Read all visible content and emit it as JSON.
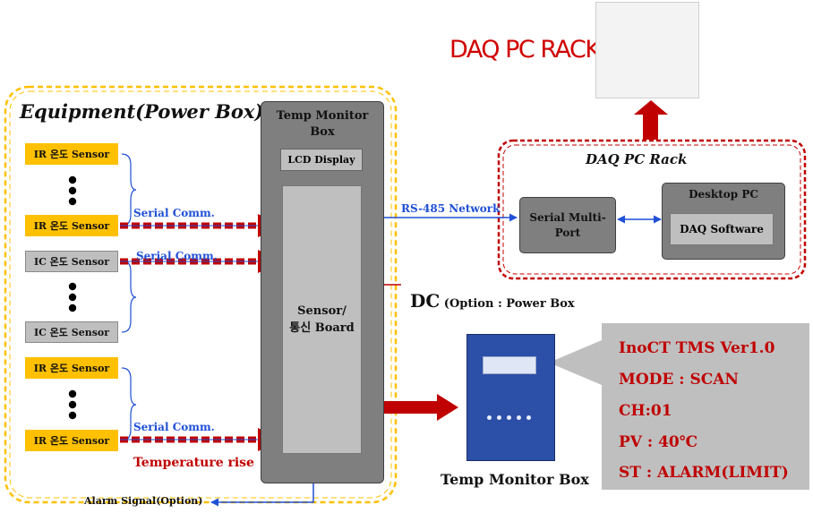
{
  "equipment": {
    "title": "Equipment(Power Box)"
  },
  "sensors": [
    {
      "label": "IR 온도 Sensor",
      "kind": "ir"
    },
    {
      "label": "IR 온도 Sensor",
      "kind": "ir"
    },
    {
      "label": "IC 온도 Sensor",
      "kind": "ic"
    },
    {
      "label": "IC 온도 Sensor",
      "kind": "ic"
    },
    {
      "label": "IR 온도 Sensor",
      "kind": "ir"
    },
    {
      "label": "IR 온도 Sensor",
      "kind": "ir"
    }
  ],
  "serial_labels": [
    "Serial Comm.",
    "Serial Comm.",
    "Serial Comm."
  ],
  "temp_monitor": {
    "title": "Temp Monitor\nBox",
    "lcd": "LCD Display",
    "board": "Sensor/\n통신 Board"
  },
  "temperature_rise": "Temperature rise",
  "alarm_signal": "Alarm Signal(Option)",
  "rs485": "RS-485 Network",
  "dc": {
    "main": "DC",
    "sub": " (Option : Power Box"
  },
  "daq_pc_rack_title": "DAQ PC RACK",
  "daq_box": {
    "title": "DAQ PC Rack",
    "serial_multiport": "Serial Multi-\nPort",
    "desktop_title": "Desktop PC",
    "software": "DAQ Software"
  },
  "device_label": "Temp Monitor Box",
  "info_lines": [
    "InoCT TMS Ver1.0",
    "MODE : SCAN",
    "CH:01",
    "PV : 40℃",
    "ST : ALARM(LIMIT)"
  ],
  "colors": {
    "arrow_red": "#c00000",
    "link_blue": "#1f4fd6",
    "sensor_ir": "#ffc000",
    "sensor_ic": "#bfbfbf",
    "box_gray": "#7f7f7f",
    "dash_yellow": "#ffc000",
    "dash_red": "#c00000",
    "device_blue": "#2c4fa8"
  }
}
